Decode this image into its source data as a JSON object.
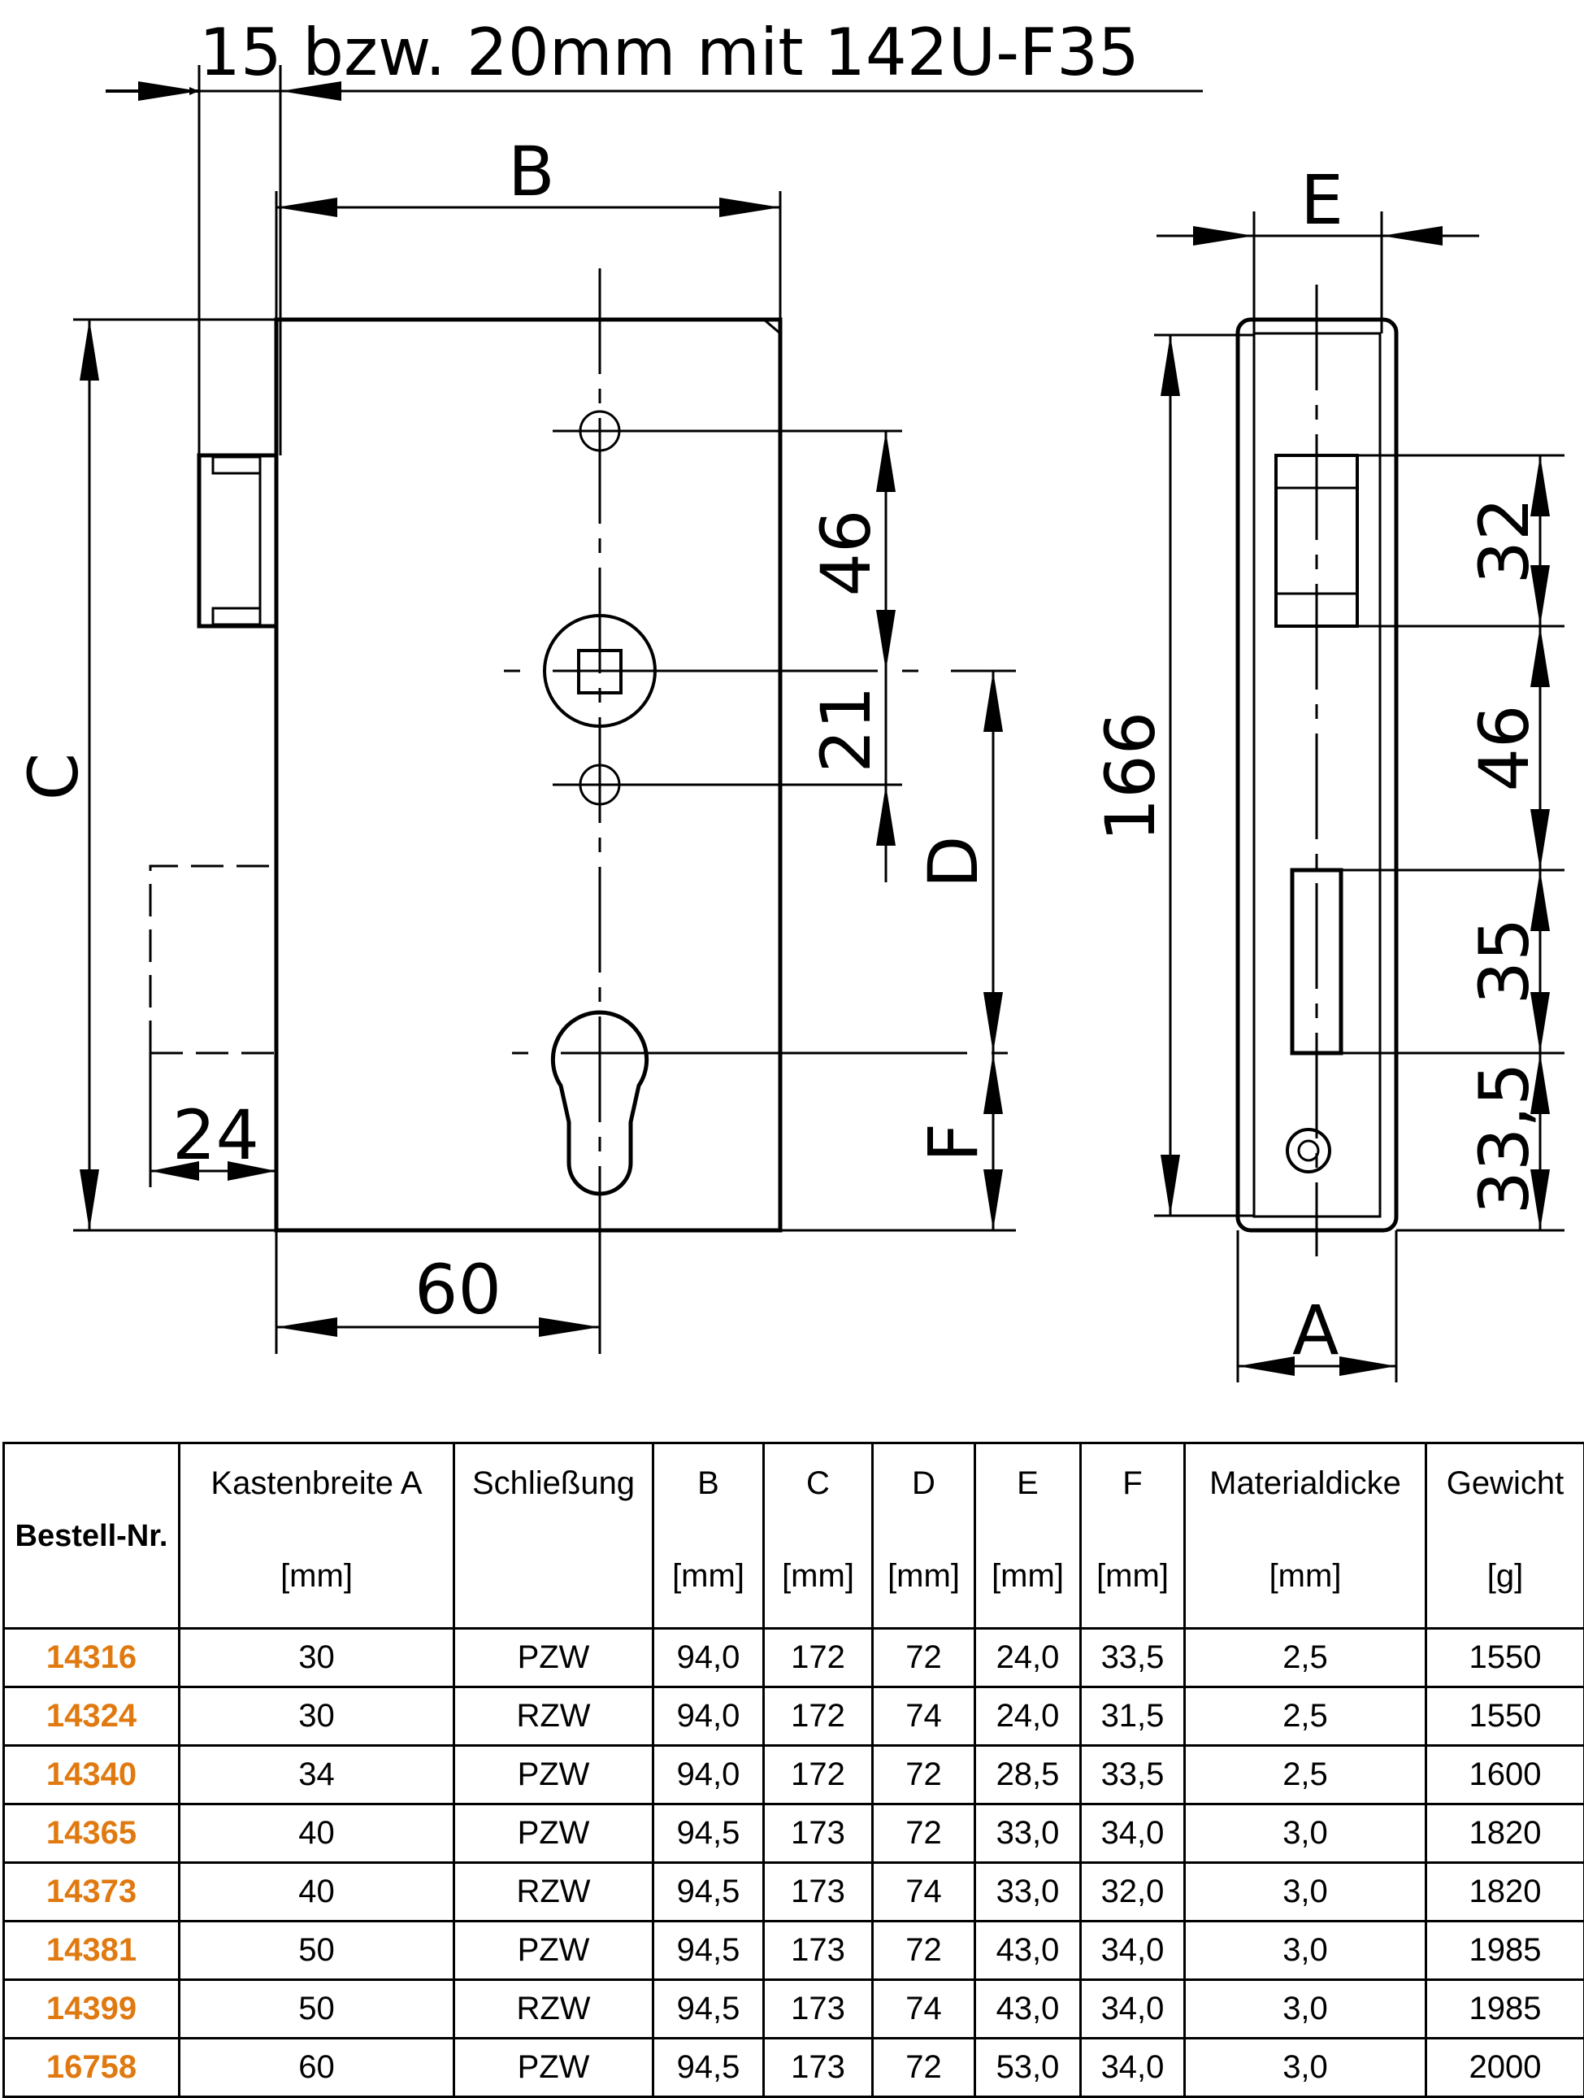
{
  "drawing": {
    "top_label": "15 bzw. 20mm mit 142U-F35",
    "front_view": {
      "dims": {
        "B": "B",
        "C": "C",
        "D": "D",
        "F": "F",
        "d46": "46",
        "d21": "21",
        "d24": "24",
        "d60": "60"
      }
    },
    "side_view": {
      "dims": {
        "E": "E",
        "A": "A",
        "d166": "166",
        "d32": "32",
        "d46": "46",
        "d35": "35",
        "d33_5": "33,5"
      }
    }
  },
  "table": {
    "headers": [
      {
        "label": "Bestell-Nr.",
        "unit": ""
      },
      {
        "label": "Kastenbreite A",
        "unit": "[mm]"
      },
      {
        "label": "Schließung",
        "unit": ""
      },
      {
        "label": "B",
        "unit": "[mm]"
      },
      {
        "label": "C",
        "unit": "[mm]"
      },
      {
        "label": "D",
        "unit": "[mm]"
      },
      {
        "label": "E",
        "unit": "[mm]"
      },
      {
        "label": "F",
        "unit": "[mm]"
      },
      {
        "label": "Materialdicke",
        "unit": "[mm]"
      },
      {
        "label": "Gewicht",
        "unit": "[g]"
      }
    ],
    "rows": [
      [
        "14316",
        "30",
        "PZW",
        "94,0",
        "172",
        "72",
        "24,0",
        "33,5",
        "2,5",
        "1550"
      ],
      [
        "14324",
        "30",
        "RZW",
        "94,0",
        "172",
        "74",
        "24,0",
        "31,5",
        "2,5",
        "1550"
      ],
      [
        "14340",
        "34",
        "PZW",
        "94,0",
        "172",
        "72",
        "28,5",
        "33,5",
        "2,5",
        "1600"
      ],
      [
        "14365",
        "40",
        "PZW",
        "94,5",
        "173",
        "72",
        "33,0",
        "34,0",
        "3,0",
        "1820"
      ],
      [
        "14373",
        "40",
        "RZW",
        "94,5",
        "173",
        "74",
        "33,0",
        "32,0",
        "3,0",
        "1820"
      ],
      [
        "14381",
        "50",
        "PZW",
        "94,5",
        "173",
        "72",
        "43,0",
        "34,0",
        "3,0",
        "1985"
      ],
      [
        "14399",
        "50",
        "RZW",
        "94,5",
        "173",
        "74",
        "43,0",
        "34,0",
        "3,0",
        "1985"
      ],
      [
        "16758",
        "60",
        "PZW",
        "94,5",
        "173",
        "72",
        "53,0",
        "34,0",
        "3,0",
        "2000"
      ]
    ],
    "order_number_color": "#e07a10"
  }
}
